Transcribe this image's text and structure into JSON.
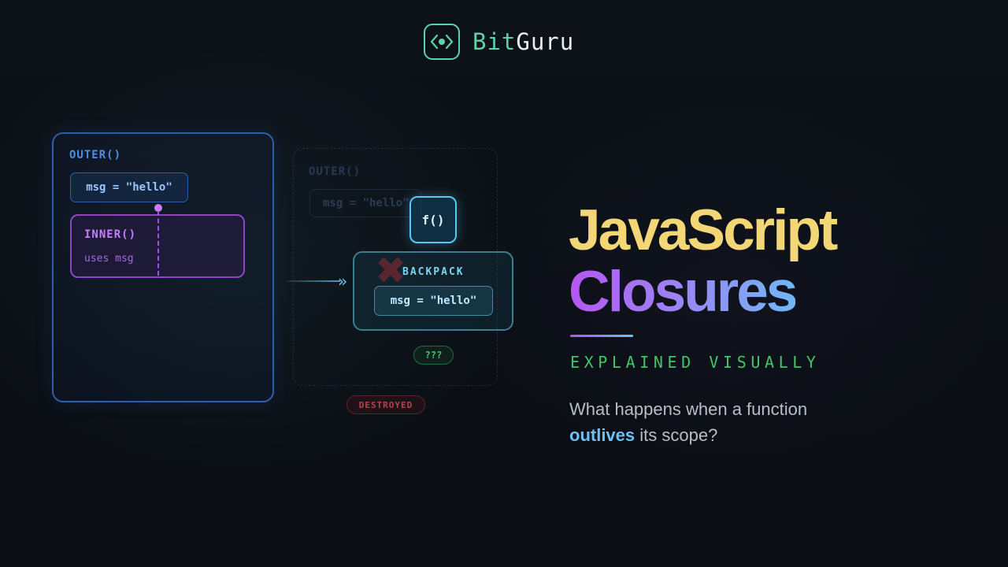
{
  "brand": {
    "name_part1": "Bit",
    "name_part2": "Guru",
    "icon": "code-brackets-icon",
    "accent_color": "#5fd0a8"
  },
  "diagram": {
    "outer_scope": {
      "title": "OUTER()",
      "variable": "msg = \"hello\""
    },
    "inner_scope": {
      "title": "INNER()",
      "note": "uses msg"
    },
    "ghost_scope": {
      "title": "OUTER()",
      "variable": "msg = \"hello\""
    },
    "returned_function": {
      "label": "f()"
    },
    "backpack": {
      "label": "BACKPACK",
      "variable": "msg = \"hello\""
    },
    "unknown_badge": "???",
    "destroyed_badge": "DESTROYED"
  },
  "headline": {
    "line1": "JavaScript",
    "line2": "Closures",
    "subtitle": "EXPLAINED VISUALLY",
    "question_before": "What happens when a function ",
    "question_highlight": "outlives",
    "question_after": " its scope?"
  },
  "colors": {
    "background": "#0b0f16",
    "outer_scope": "#2f5ea8",
    "inner_scope": "#8b46c7",
    "backpack": "#3d7d92",
    "headline_yellow": "#f3d776",
    "headline_purple": "#b557f2",
    "headline_blue": "#6fb7f6",
    "subtitle_green": "#43c566",
    "destroyed_red": "#b2454c"
  }
}
